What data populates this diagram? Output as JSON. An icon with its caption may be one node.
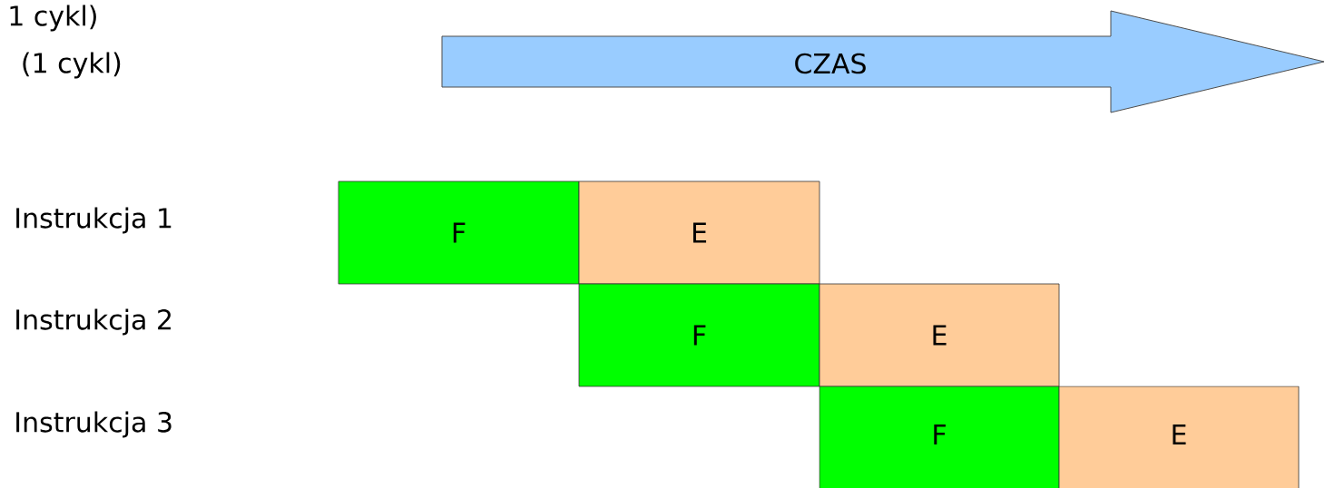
{
  "diagram": {
    "nodes": [
      {
        "text": [
          "CZAS"
        ]
      },
      {
        "text": [
          "F"
        ]
      },
      {
        "text": [
          "E"
        ]
      },
      {
        "text": [
          "F"
        ]
      },
      {
        "text": [
          "E"
        ]
      },
      {
        "text": [
          "F"
        ]
      },
      {
        "text": [
          "E"
        ]
      }
    ],
    "labels": [
      "1 cykl)",
      "(1 cykl)",
      "Instrukcja 1",
      "Instrukcja 2",
      "Instrukcja 3"
    ]
  }
}
